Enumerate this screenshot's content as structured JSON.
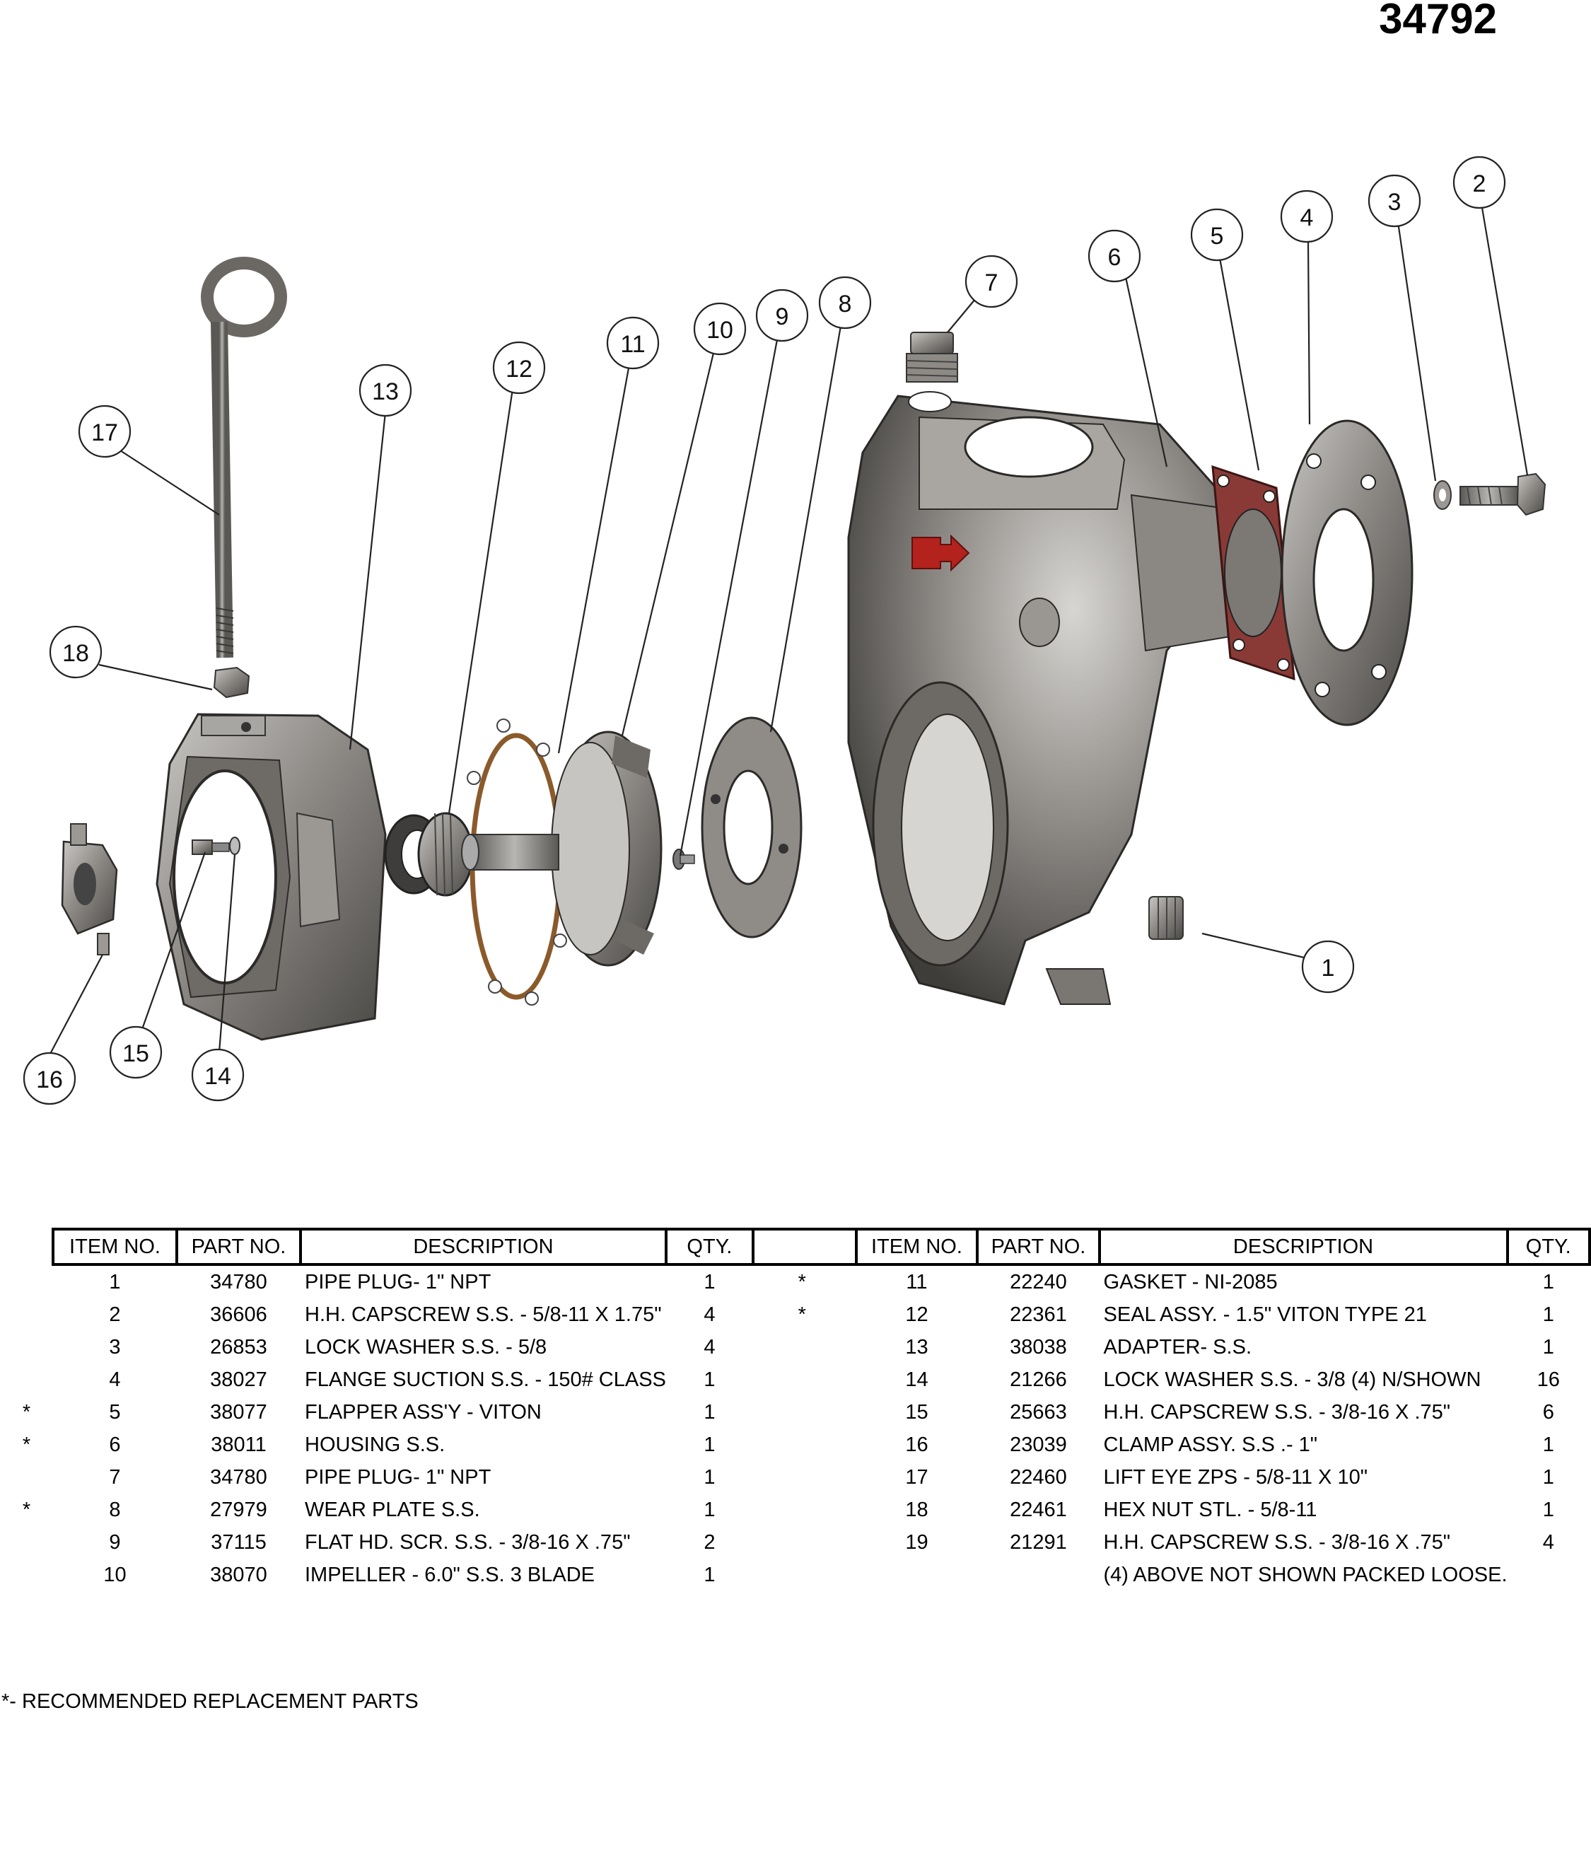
{
  "document_number": "34792",
  "callouts": [
    "1",
    "2",
    "3",
    "4",
    "5",
    "6",
    "7",
    "8",
    "9",
    "10",
    "11",
    "12",
    "13",
    "14",
    "15",
    "16",
    "17",
    "18"
  ],
  "table_headers": {
    "item_no": "ITEM NO.",
    "part_no": "PART NO.",
    "description": "DESCRIPTION",
    "qty": "QTY."
  },
  "bom_left": [
    {
      "star": "",
      "item": "1",
      "part": "34780",
      "desc": "PIPE PLUG- 1\" NPT",
      "qty": "1"
    },
    {
      "star": "",
      "item": "2",
      "part": "36606",
      "desc": "H.H. CAPSCREW S.S. - 5/8-11 X 1.75\"",
      "qty": "4"
    },
    {
      "star": "",
      "item": "3",
      "part": "26853",
      "desc": "LOCK WASHER S.S. - 5/8",
      "qty": "4"
    },
    {
      "star": "",
      "item": "4",
      "part": "38027",
      "desc": "FLANGE SUCTION S.S. - 150# CLASS",
      "qty": "1"
    },
    {
      "star": "*",
      "item": "5",
      "part": "38077",
      "desc": "FLAPPER ASS'Y - VITON",
      "qty": "1"
    },
    {
      "star": "*",
      "item": "6",
      "part": "38011",
      "desc": "HOUSING S.S.",
      "qty": "1"
    },
    {
      "star": "",
      "item": "7",
      "part": "34780",
      "desc": "PIPE PLUG- 1\" NPT",
      "qty": "1"
    },
    {
      "star": "*",
      "item": "8",
      "part": "27979",
      "desc": "WEAR PLATE S.S.",
      "qty": "1"
    },
    {
      "star": "",
      "item": "9",
      "part": "37115",
      "desc": "FLAT HD. SCR.  S.S. - 3/8-16 X .75\"",
      "qty": "2"
    },
    {
      "star": "",
      "item": "10",
      "part": "38070",
      "desc": "IMPELLER - 6.0\" S.S. 3 BLADE",
      "qty": "1"
    }
  ],
  "bom_right": [
    {
      "star": "*",
      "item": "11",
      "part": "22240",
      "desc": "GASKET - NI-2085",
      "qty": "1"
    },
    {
      "star": "*",
      "item": "12",
      "part": "22361",
      "desc": "SEAL ASSY. - 1.5\" VITON TYPE 21",
      "qty": "1"
    },
    {
      "star": "",
      "item": "13",
      "part": "38038",
      "desc": "ADAPTER- S.S.",
      "qty": "1"
    },
    {
      "star": "",
      "item": "14",
      "part": "21266",
      "desc": "LOCK WASHER S.S. - 3/8  (4) N/SHOWN",
      "qty": "16"
    },
    {
      "star": "",
      "item": "15",
      "part": "25663",
      "desc": "H.H. CAPSCREW S.S. - 3/8-16 X .75\"",
      "qty": "6"
    },
    {
      "star": "",
      "item": "16",
      "part": "23039",
      "desc": "CLAMP ASSY. S.S .- 1\"",
      "qty": "1"
    },
    {
      "star": "",
      "item": "17",
      "part": "22460",
      "desc": "LIFT EYE ZPS - 5/8-11 X 10\"",
      "qty": "1"
    },
    {
      "star": "",
      "item": "18",
      "part": "22461",
      "desc": "HEX NUT STL. - 5/8-11",
      "qty": "1"
    },
    {
      "star": "",
      "item": "19",
      "part": "21291",
      "desc": "H.H. CAPSCREW S.S. - 3/8-16 X .75\"",
      "qty": "4"
    },
    {
      "star": "",
      "item": "",
      "part": "",
      "desc": "(4) ABOVE NOT SHOWN PACKED LOOSE.",
      "qty": ""
    }
  ],
  "footnote": "*- RECOMMENDED REPLACEMENT PARTS",
  "colors": {
    "metal": "#8d8a86",
    "metal_dark": "#4a4845",
    "gasket_red": "#8a3a36",
    "gasket_brown": "#8b5a2b",
    "arrow_red": "#b3221c"
  }
}
